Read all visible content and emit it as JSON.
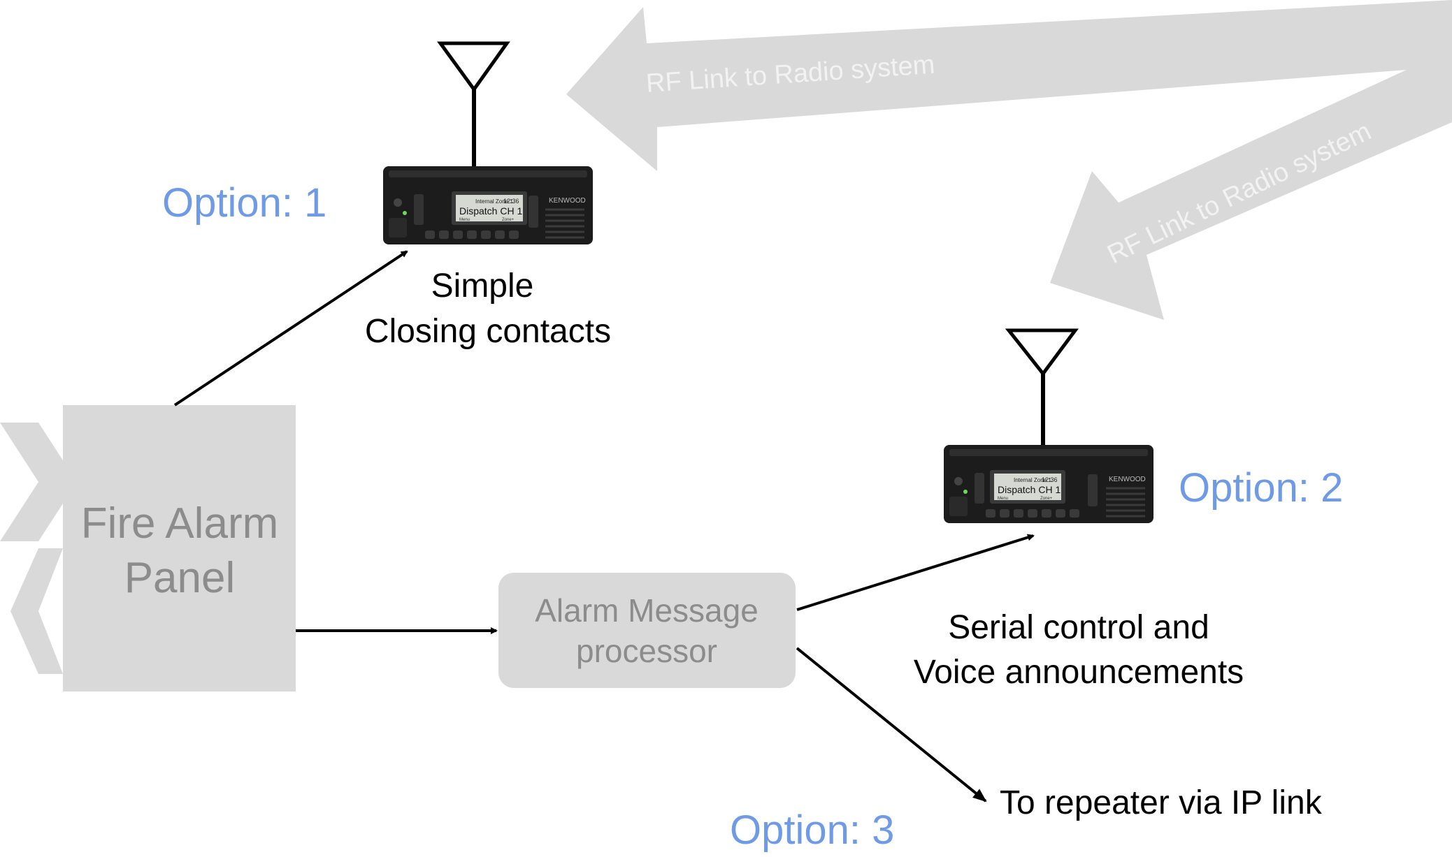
{
  "labels": {
    "option1": "Option: 1",
    "option2": "Option: 2",
    "option3": "Option: 3",
    "simple_line1": "Simple",
    "simple_line2": "Closing contacts",
    "serial_line1": "Serial control and",
    "serial_line2": "Voice announcements",
    "repeater": "To repeater via IP link",
    "rf_link_top": "RF Link to Radio system",
    "rf_link_diag": "RF Link to Radio system"
  },
  "nodes": {
    "fire_alarm_line1": "Fire Alarm",
    "fire_alarm_line2": "Panel",
    "processor_line1": "Alarm Message",
    "processor_line2": "processor"
  },
  "radio": {
    "brand": "KENWOOD",
    "display_line1": "Dispatch CH 1",
    "display_status": "Internal Zone 1",
    "display_time": "12:36",
    "softkey_left": "Menu",
    "softkey_right": "Zone+"
  },
  "colors": {
    "option_blue": "#6f9be6",
    "block_gray": "#d9d9d9",
    "block_text": "#8c8c8c",
    "rf_arrow": "#d9d9d9",
    "rf_text": "#f2f2f2",
    "line": "#000000"
  }
}
